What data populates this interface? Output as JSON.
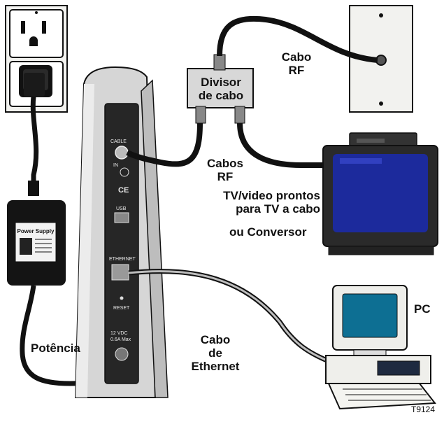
{
  "labels": {
    "divisor": [
      "Divisor",
      "de cabo"
    ],
    "cabo_rf_top": [
      "Cabo",
      "RF"
    ],
    "cabos_rf": [
      "Cabos",
      "RF"
    ],
    "tv": [
      "TV/video prontos",
      "para TV a cabo"
    ],
    "conversor": "ou Conversor",
    "pc": "PC",
    "potencia": "Potência",
    "ethernet": [
      "Cabo",
      "de",
      "Ethernet"
    ],
    "figure_id": "T9124"
  },
  "modem_panel": {
    "cable": "CABLE",
    "in": "IN",
    "usb": "USB",
    "ethernet": "ETHERNET",
    "reset": "RESET",
    "power": [
      "12 VDC",
      "0.6A Max"
    ]
  },
  "power_supply_label": "Power Supply",
  "colors": {
    "outline": "#111111",
    "plate": "#f2f2ef",
    "tv_screen": "#1c2a9c",
    "pc_screen": "#0d6f93",
    "modem_body": "#cfcfcf",
    "modem_panel": "#262626"
  }
}
